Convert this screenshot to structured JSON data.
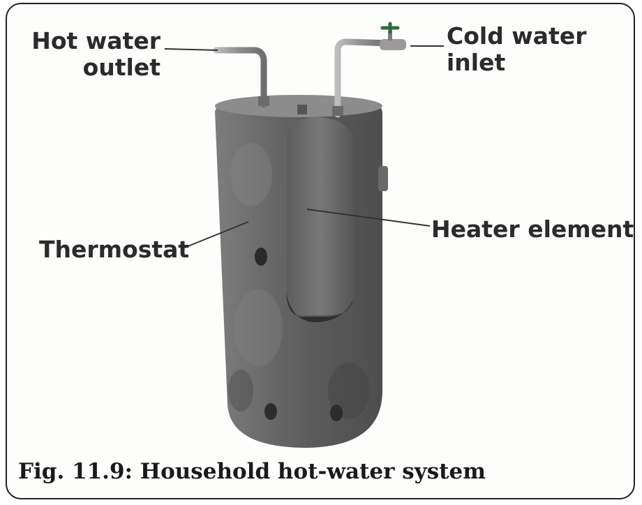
{
  "labels": {
    "hot_water_outlet": [
      "Hot water",
      "outlet"
    ],
    "cold_water_inlet": [
      "Cold water",
      "inlet"
    ],
    "thermostat": "Thermostat",
    "heater_element": "Heater element"
  },
  "caption": "Fig. 11.9: Household hot-water system",
  "colors": {
    "tank_body": "#6e6e6e",
    "tank_dark": "#4a4a4a",
    "tank_top": "#8f8f8f",
    "pipe": "#9a9a9a",
    "valve_handle": "#2e6b3a",
    "label_text": "#2b2b2b",
    "leader_line": "#333333"
  }
}
